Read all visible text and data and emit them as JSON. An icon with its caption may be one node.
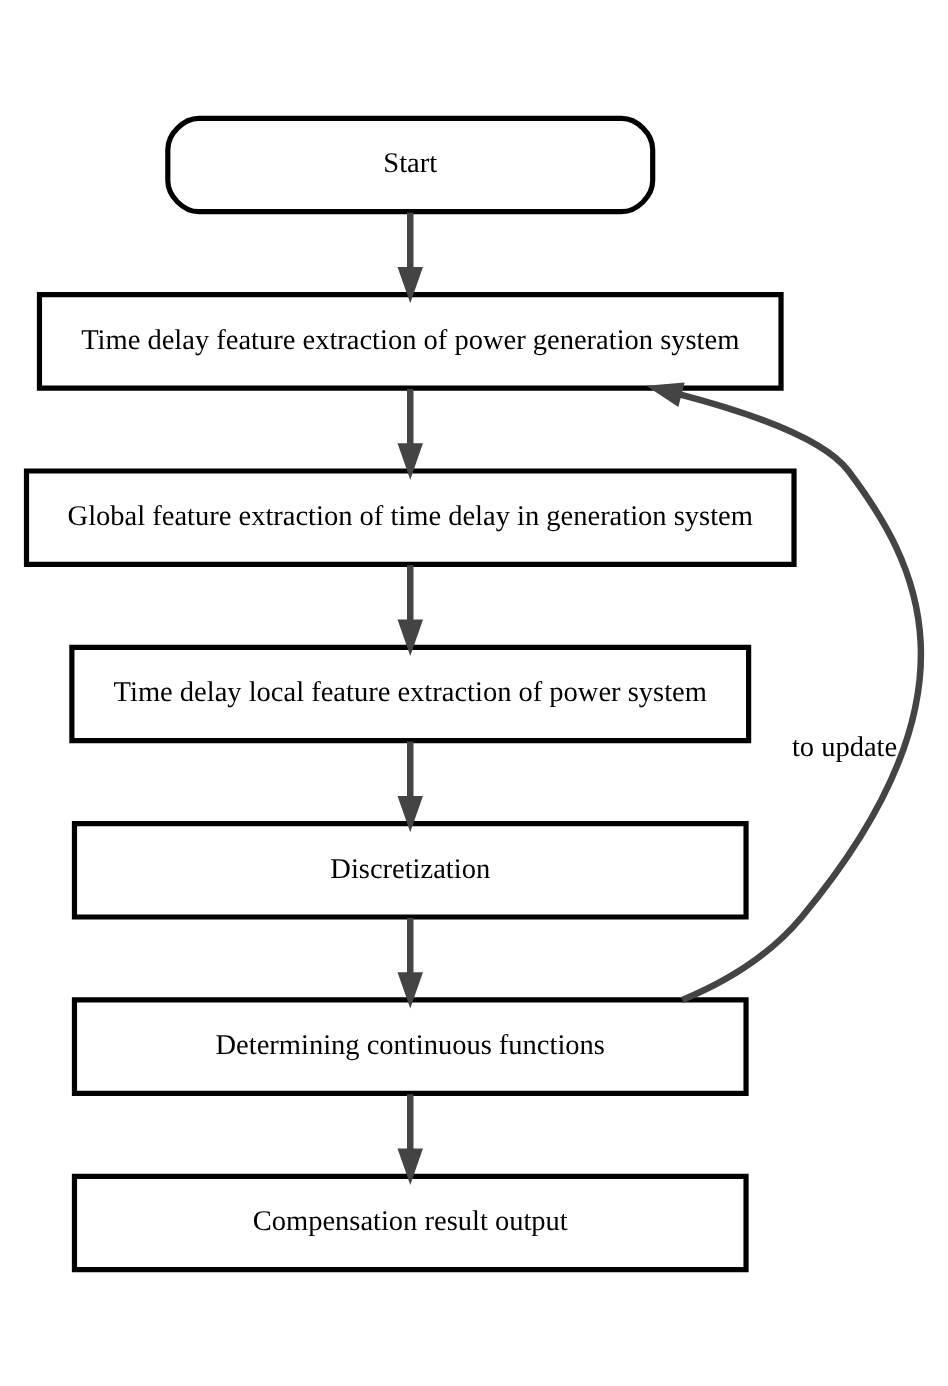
{
  "diagram": {
    "nodes": [
      {
        "text": [
          "Start"
        ]
      },
      {
        "text": [
          "Time delay feature extraction of power generation system"
        ]
      },
      {
        "text": [
          "Global feature extraction of time delay in generation system"
        ]
      },
      {
        "text": [
          "Time delay local feature extraction of power system"
        ]
      },
      {
        "text": [
          "Discretization"
        ]
      },
      {
        "text": [
          "Determining continuous functions"
        ]
      },
      {
        "text": [
          "Compensation result output"
        ]
      }
    ],
    "edges": [
      {
        "from": 0,
        "to": 1,
        "arrow": "to"
      },
      {
        "from": 1,
        "to": 2,
        "arrow": "to"
      },
      {
        "from": 2,
        "to": 3,
        "arrow": "to"
      },
      {
        "from": 3,
        "to": 4,
        "arrow": "to"
      },
      {
        "from": 4,
        "to": 5,
        "arrow": "to"
      },
      {
        "from": 5,
        "to": 6,
        "arrow": "to"
      },
      {
        "from": 5,
        "to": 1,
        "arrow": "to",
        "label": "to update"
      }
    ]
  }
}
